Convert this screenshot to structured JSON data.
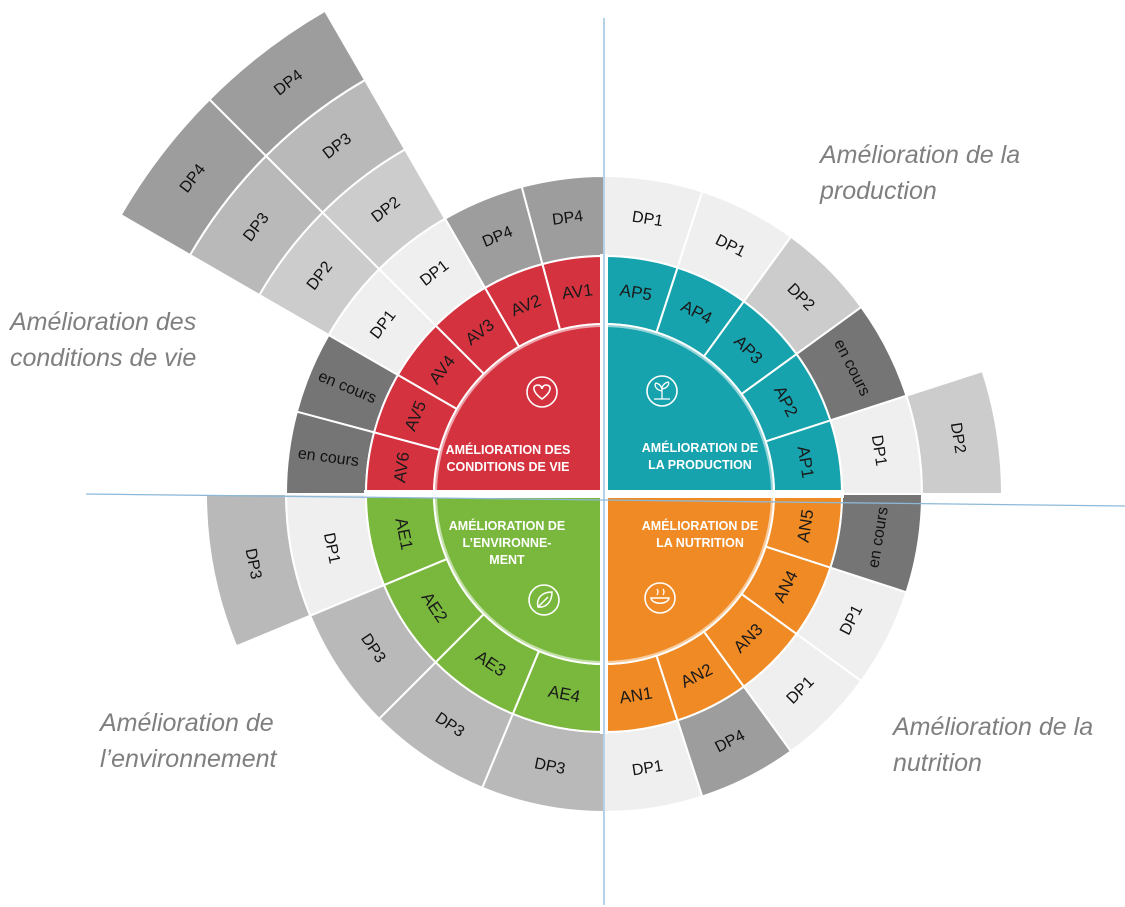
{
  "colors": {
    "conditions_de_vie": "#d5323f",
    "production": "#16a3ad",
    "environnement": "#79b83d",
    "nutrition": "#ef8a25",
    "status_dp1": "#efefef",
    "status_dp2": "#cccccc",
    "status_dp3": "#b9b9b9",
    "status_dp4": "#9d9d9d",
    "status_en_cours": "#757575",
    "axis_line": "#8db9d8"
  },
  "quadrant_titles": {
    "production": [
      "Amélioration de la",
      "production"
    ],
    "conditions_de_vie": [
      "Amélioration des",
      "conditions de vie"
    ],
    "environnement": [
      "Amélioration de",
      "l’environnement"
    ],
    "nutrition": [
      "Amélioration de la",
      "nutrition"
    ]
  },
  "quadrants": [
    {
      "key": "production",
      "center_label": [
        "AMÉLIORATION  DE",
        "LA PRODUCTION"
      ],
      "icon": "seedling-badge-icon",
      "actions": [
        {
          "code": "AP5",
          "rings": [
            "DP1"
          ]
        },
        {
          "code": "AP4",
          "rings": [
            "DP1"
          ]
        },
        {
          "code": "AP3",
          "rings": [
            "DP2"
          ]
        },
        {
          "code": "AP2",
          "rings": [
            "en cours"
          ]
        },
        {
          "code": "AP1",
          "rings": [
            "DP1",
            "DP2"
          ]
        }
      ]
    },
    {
      "key": "conditions_de_vie",
      "center_label": [
        "AMÉLIORATION DES",
        "CONDITIONS DE VIE"
      ],
      "icon": "heart-icon",
      "actions": [
        {
          "code": "AV1",
          "rings": [
            "DP4"
          ]
        },
        {
          "code": "AV2",
          "rings": [
            "DP4"
          ]
        },
        {
          "code": "AV3",
          "rings": [
            "DP1",
            "DP2",
            "DP3",
            "DP4"
          ]
        },
        {
          "code": "AV4",
          "rings": [
            "DP1",
            "DP2",
            "DP3",
            "DP4"
          ]
        },
        {
          "code": "AV5",
          "rings": [
            "en cours"
          ]
        },
        {
          "code": "AV6",
          "rings": [
            "en cours"
          ]
        }
      ]
    },
    {
      "key": "environnement",
      "center_label": [
        "AMÉLIORATION DE",
        "L’ENVIRONNE-",
        "MENT"
      ],
      "icon": "leaf-icon",
      "actions": [
        {
          "code": "AE1",
          "rings": [
            "DP1",
            "DP3"
          ]
        },
        {
          "code": "AE2",
          "rings": [
            "DP3"
          ]
        },
        {
          "code": "AE3",
          "rings": [
            "DP3"
          ]
        },
        {
          "code": "AE4",
          "rings": [
            "DP3"
          ]
        }
      ]
    },
    {
      "key": "nutrition",
      "center_label": [
        "AMÉLIORATION DE",
        "LA NUTRITION"
      ],
      "icon": "bowl-icon",
      "actions": [
        {
          "code": "AN1",
          "rings": [
            "DP1"
          ]
        },
        {
          "code": "AN2",
          "rings": [
            "DP4"
          ]
        },
        {
          "code": "AN3",
          "rings": [
            "DP1"
          ]
        },
        {
          "code": "AN4",
          "rings": [
            "DP1"
          ]
        },
        {
          "code": "AN5",
          "rings": [
            "en cours"
          ]
        }
      ]
    }
  ]
}
